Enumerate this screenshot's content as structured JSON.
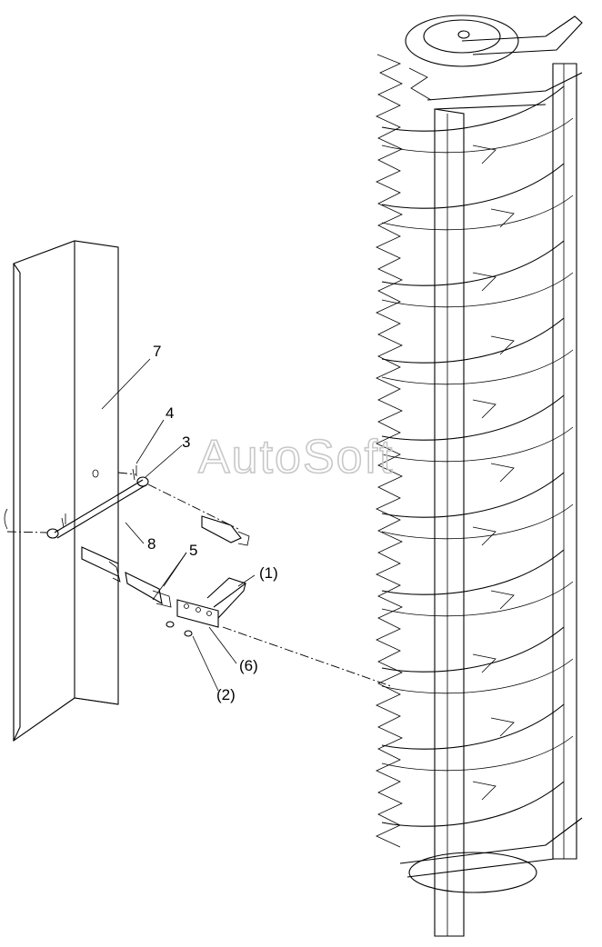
{
  "watermark": "AutoSoft",
  "labels": {
    "l7": "7",
    "l4": "4",
    "l3": "3",
    "l8": "8",
    "l5": "5",
    "l1": "(1)",
    "l6": "(6)",
    "l2": "(2)"
  }
}
